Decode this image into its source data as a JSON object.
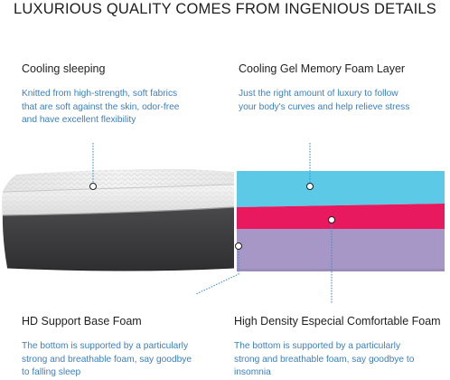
{
  "headline": "LUXURIOUS QUALITY COMES FROM INGENIOUS DETAILS",
  "features": {
    "cooling_sleeping": {
      "title": "Cooling sleeping",
      "lines": [
        "Knitted from high-strength, soft fabrics",
        "that are soft against the skin, odor-free",
        "and have excellent flexibility"
      ]
    },
    "gel_memory": {
      "title": "Cooling Gel Memory Foam Layer",
      "lines": [
        "Just the right amount of luxury to follow",
        "your body's curves and help relieve stress"
      ]
    },
    "support_base": {
      "title": "HD Support Base Foam",
      "lines": [
        "The bottom is supported by a particularly",
        "strong and breathable foam, say goodbye",
        "to falling sleep"
      ]
    },
    "comfort_foam": {
      "title": "High Density Especial Comfortable Foam",
      "lines": [
        "The bottom is supported by a particularly",
        "strong and breathable foam, say goodbye to insomnia"
      ]
    }
  },
  "colors": {
    "cover": "#eeeeee",
    "base": "#3a3a3c",
    "gel_layer": "#5cc9e6",
    "comfort_layer": "#e8195f",
    "support_layer": "#a797c7",
    "callout_line": "#3b8fcf",
    "description_text": "#3b7fc0"
  }
}
